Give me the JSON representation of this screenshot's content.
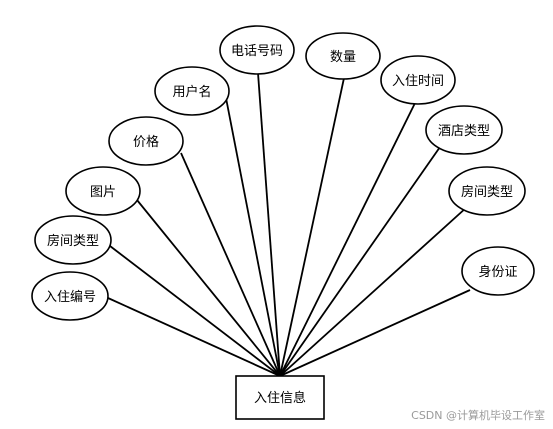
{
  "entity": {
    "label": "入住信息"
  },
  "attributes": [
    {
      "id": "phone",
      "label": "电话号码"
    },
    {
      "id": "quantity",
      "label": "数量"
    },
    {
      "id": "username",
      "label": "用户名"
    },
    {
      "id": "checkin-time",
      "label": "入住时间"
    },
    {
      "id": "price",
      "label": "价格"
    },
    {
      "id": "hotel-type",
      "label": "酒店类型"
    },
    {
      "id": "image",
      "label": "图片"
    },
    {
      "id": "room-type-right",
      "label": "房间类型"
    },
    {
      "id": "room-type-left",
      "label": "房间类型"
    },
    {
      "id": "id-card",
      "label": "身份证"
    },
    {
      "id": "checkin-number",
      "label": "入住编号"
    }
  ],
  "watermark": "CSDN @计算机毕设工作室"
}
